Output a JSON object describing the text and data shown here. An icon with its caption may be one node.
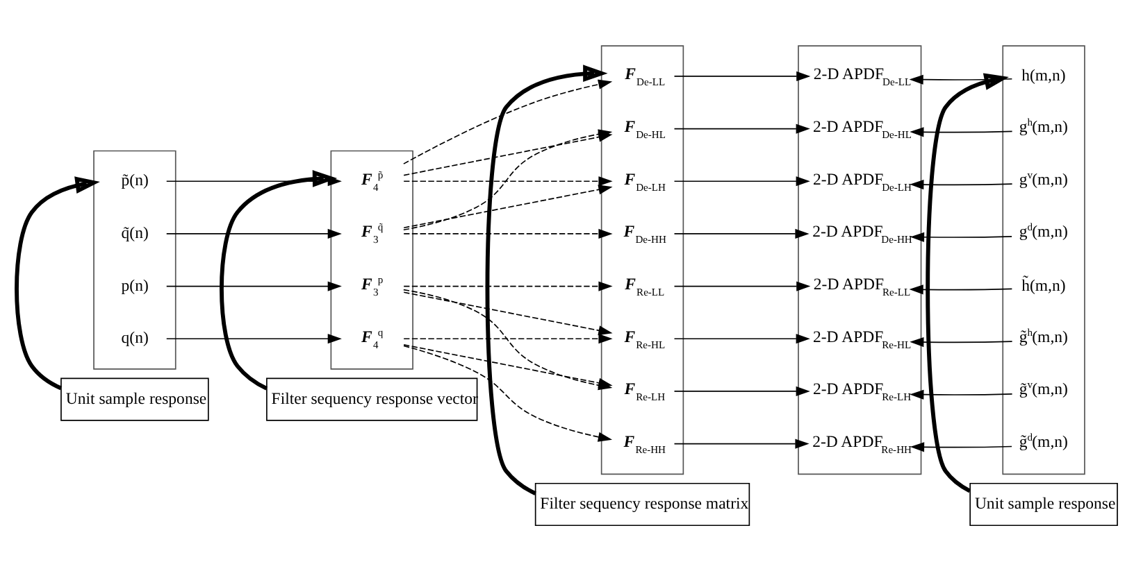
{
  "diagram": {
    "nodes": [
      {
        "text": [
          "Unit sample response"
        ]
      },
      {
        "text": [
          "Filter sequency response vector"
        ]
      },
      {
        "text": [
          "Filter sequency response matrix"
        ]
      },
      {
        "text": [
          "Unit sample response"
        ]
      },
      {
        "text": [],
        "shape": "box"
      },
      {
        "text": [
          "p̃(n)"
        ],
        "in": 4
      },
      {
        "text": [
          "q̃(n)"
        ],
        "in": 4
      },
      {
        "text": [
          "p(n)"
        ],
        "in": 4
      },
      {
        "text": [
          "q(n)"
        ],
        "in": 4
      },
      {
        "text": [],
        "shape": "box"
      },
      {
        "text": [
          "**F**$_{4}$$^{p̃}$"
        ],
        "in": 9
      },
      {
        "text": [
          "**F**$_{3}$$^{q̃}$"
        ],
        "in": 9
      },
      {
        "text": [
          "**F**$_{3}$$^{p}$"
        ],
        "in": 9
      },
      {
        "text": [
          "**F**$_{4}$$^{q}$"
        ],
        "in": 9
      },
      {
        "text": [],
        "shape": "box"
      },
      {
        "text": [
          "**F**$_{De-LL}$"
        ],
        "in": 14
      },
      {
        "text": [
          "**F**$_{De-HL}$"
        ],
        "in": 14
      },
      {
        "text": [
          "**F**$_{De-LH}$"
        ],
        "in": 14
      },
      {
        "text": [
          "**F**$_{De-HH}$"
        ],
        "in": 14
      },
      {
        "text": [
          "**F**$_{Re-LL}$"
        ],
        "in": 14
      },
      {
        "text": [
          "**F**$_{Re-HL}$"
        ],
        "in": 14
      },
      {
        "text": [
          "**F**$_{Re-LH}$"
        ],
        "in": 14
      },
      {
        "text": [
          "**F**$_{Re-HH}$"
        ],
        "in": 14
      },
      {
        "text": [],
        "shape": "box"
      },
      {
        "text": [
          "2-D APDF$_{De-LL}$"
        ],
        "in": 23
      },
      {
        "text": [
          "2-D APDF$_{De-HL}$"
        ],
        "in": 23
      },
      {
        "text": [
          "2-D APDF$_{De-LH}$"
        ],
        "in": 23
      },
      {
        "text": [
          "2-D APDF$_{De-HH}$"
        ],
        "in": 23
      },
      {
        "text": [
          "2-D APDF$_{Re-LL}$"
        ],
        "in": 23
      },
      {
        "text": [
          "2-D APDF$_{Re-HL}$"
        ],
        "in": 23
      },
      {
        "text": [
          "2-D APDF$_{Re-LH}$"
        ],
        "in": 23
      },
      {
        "text": [
          "2-D APDF$_{Re-HH}$"
        ],
        "in": 23
      },
      {
        "text": [],
        "shape": "box"
      },
      {
        "text": [
          "h(m,n)"
        ],
        "in": 32
      },
      {
        "text": [
          "g$^{h}$(m,n)"
        ],
        "in": 32
      },
      {
        "text": [
          "g$^{v}$(m,n)"
        ],
        "in": 32
      },
      {
        "text": [
          "g$^{d}$(m,n)"
        ],
        "in": 32
      },
      {
        "text": [
          "h̃(m,n)"
        ],
        "in": 32
      },
      {
        "text": [
          "g̃$^{h}$(m,n)"
        ],
        "in": 32
      },
      {
        "text": [
          "g̃$^{v}$(m,n)"
        ],
        "in": 32
      },
      {
        "text": [
          "g̃$^{d}$(m,n)"
        ],
        "in": 32
      }
    ],
    "edges": [
      {
        "from": 0,
        "to": 4,
        "arrow": "to",
        "style": "thick"
      },
      {
        "from": 1,
        "to": 9,
        "arrow": "to",
        "style": "thick"
      },
      {
        "from": 2,
        "to": 14,
        "arrow": "to",
        "style": "thick"
      },
      {
        "from": 3,
        "to": 32,
        "arrow": "to",
        "style": "thick"
      },
      {
        "from": 5,
        "to": 10,
        "arrow": "to"
      },
      {
        "from": 6,
        "to": 11,
        "arrow": "to"
      },
      {
        "from": 7,
        "to": 12,
        "arrow": "to"
      },
      {
        "from": 8,
        "to": 13,
        "arrow": "to"
      },
      {
        "from": 10,
        "to": 15,
        "arrow": "to",
        "style": "dashed"
      },
      {
        "from": 10,
        "to": 16,
        "arrow": "to",
        "style": "dashed"
      },
      {
        "from": 10,
        "to": 17,
        "arrow": "to",
        "style": "dashed"
      },
      {
        "from": 11,
        "to": 16,
        "arrow": "to",
        "style": "dashed"
      },
      {
        "from": 11,
        "to": 17,
        "arrow": "to",
        "style": "dashed"
      },
      {
        "from": 11,
        "to": 18,
        "arrow": "to",
        "style": "dashed"
      },
      {
        "from": 12,
        "to": 19,
        "arrow": "to",
        "style": "dashed"
      },
      {
        "from": 12,
        "to": 20,
        "arrow": "to",
        "style": "dashed"
      },
      {
        "from": 12,
        "to": 21,
        "arrow": "to",
        "style": "dashed"
      },
      {
        "from": 13,
        "to": 20,
        "arrow": "to",
        "style": "dashed"
      },
      {
        "from": 13,
        "to": 21,
        "arrow": "to",
        "style": "dashed"
      },
      {
        "from": 13,
        "to": 22,
        "arrow": "to",
        "style": "dashed"
      },
      {
        "from": 15,
        "to": 24,
        "arrow": "to"
      },
      {
        "from": 16,
        "to": 25,
        "arrow": "to"
      },
      {
        "from": 17,
        "to": 26,
        "arrow": "to"
      },
      {
        "from": 18,
        "to": 27,
        "arrow": "to"
      },
      {
        "from": 19,
        "to": 28,
        "arrow": "to"
      },
      {
        "from": 20,
        "to": 29,
        "arrow": "to"
      },
      {
        "from": 21,
        "to": 30,
        "arrow": "to"
      },
      {
        "from": 22,
        "to": 31,
        "arrow": "to"
      },
      {
        "from": 33,
        "to": 24,
        "arrow": "to"
      },
      {
        "from": 34,
        "to": 25,
        "arrow": "to"
      },
      {
        "from": 35,
        "to": 26,
        "arrow": "to"
      },
      {
        "from": 36,
        "to": 27,
        "arrow": "to"
      },
      {
        "from": 37,
        "to": 28,
        "arrow": "to"
      },
      {
        "from": 38,
        "to": 29,
        "arrow": "to"
      },
      {
        "from": 39,
        "to": 30,
        "arrow": "to"
      },
      {
        "from": 40,
        "to": 31,
        "arrow": "to"
      }
    ]
  }
}
